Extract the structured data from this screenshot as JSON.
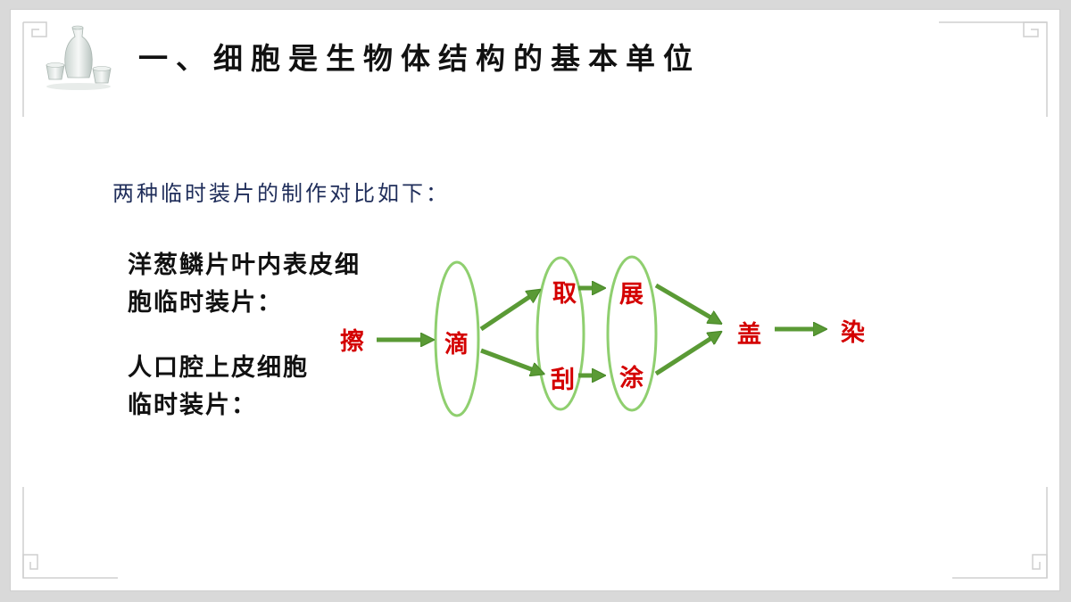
{
  "slide": {
    "title": "一、细胞是生物体结构的基本单位",
    "subtitle": "两种临时装片的制作对比如下："
  },
  "labels": {
    "onion_line1": "洋葱鳞片叶内表皮细",
    "onion_line2": "胞临时装片：",
    "cheek_line1": "人口腔上皮细胞",
    "cheek_line2": "临时装片："
  },
  "steps": {
    "wipe": "擦",
    "drop": "滴",
    "take": "取",
    "scrape": "刮",
    "spread": "展",
    "smear": "涂",
    "cover": "盖",
    "stain": "染"
  },
  "colors": {
    "step_text": "#d40000",
    "ellipse": "#8fcf6f",
    "arrow": "#5a9a35",
    "frame": "#c8c8c8"
  }
}
